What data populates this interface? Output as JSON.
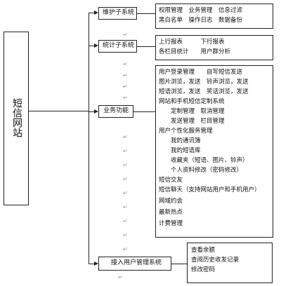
{
  "root": {
    "title": "短信网站"
  },
  "branches": [
    {
      "label": "维护子系统",
      "items": [
        "权限管理　业务管理　信息过滤",
        "黑白名单　操作日志　数据备份"
      ]
    },
    {
      "label": "统计子系统",
      "items": [
        "上行报表　　　下行报表",
        "各栏目统计　　用户群分析"
      ]
    },
    {
      "label": "业务功能",
      "items": [
        "用户登录管理　　自写短信发送",
        "图片浏览，发送　铃声浏览，发送",
        "短语浏览，发送　笑话浏览，发送",
        "网站和手机短信定制系统",
        "　　定制管理　取消管理",
        "　　发送管理　栏目管理",
        "用户个性化服务管理",
        "　　我的通讯簿",
        "　　我的短语库",
        "　　收藏夹（短语、图片、铃声）",
        "　　个人资料修改（密码修改）",
        "短信交友",
        "短信聊天（支持网站用户和手机用户）",
        "网域约会",
        "最新热点",
        "计费管理"
      ]
    },
    {
      "label": "接入用户管理系统",
      "items": [
        "查看余额",
        "查阅历史收发记录",
        "修改密码"
      ]
    }
  ]
}
